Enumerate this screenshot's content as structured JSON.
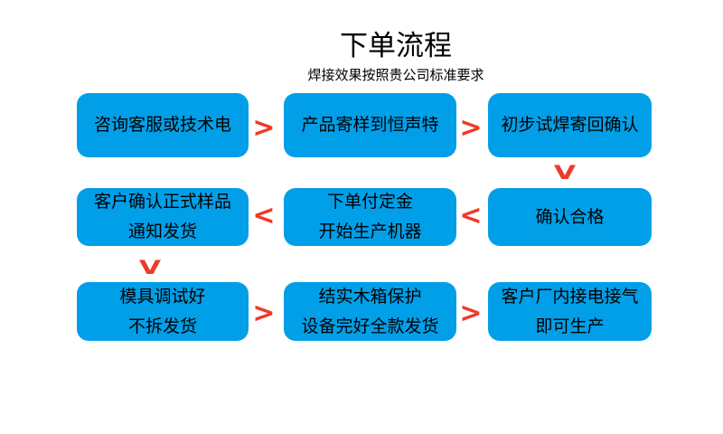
{
  "title": "下单流程",
  "subtitle": "焊接效果按照贵公司标准要求",
  "colors": {
    "box_blue": "#019fe8",
    "arrow_red": "#ee3a28",
    "text_black": "#000000",
    "background": "#ffffff"
  },
  "flow": {
    "rows": [
      {
        "boxes": [
          {
            "lines": [
              "咨询客服或技术电"
            ]
          },
          {
            "lines": [
              "产品寄样到恒声特"
            ]
          },
          {
            "lines": [
              "初步试焊寄回确认"
            ]
          }
        ],
        "arrows": [
          ">",
          ">"
        ]
      },
      {
        "boxes": [
          {
            "lines": [
              "客户确认正式样品",
              "通知发货"
            ]
          },
          {
            "lines": [
              "下单付定金",
              "开始生产机器"
            ]
          },
          {
            "lines": [
              "确认合格"
            ]
          }
        ],
        "arrows": [
          "<",
          "<"
        ]
      },
      {
        "boxes": [
          {
            "lines": [
              "模具调试好",
              "不拆发货"
            ]
          },
          {
            "lines": [
              "结实木箱保护",
              "设备完好全款发货"
            ]
          },
          {
            "lines": [
              "客户厂内接电接气",
              "即可生产"
            ]
          }
        ],
        "arrows": [
          ">",
          ">"
        ]
      }
    ],
    "down_arrows": [
      "V",
      "V"
    ]
  }
}
